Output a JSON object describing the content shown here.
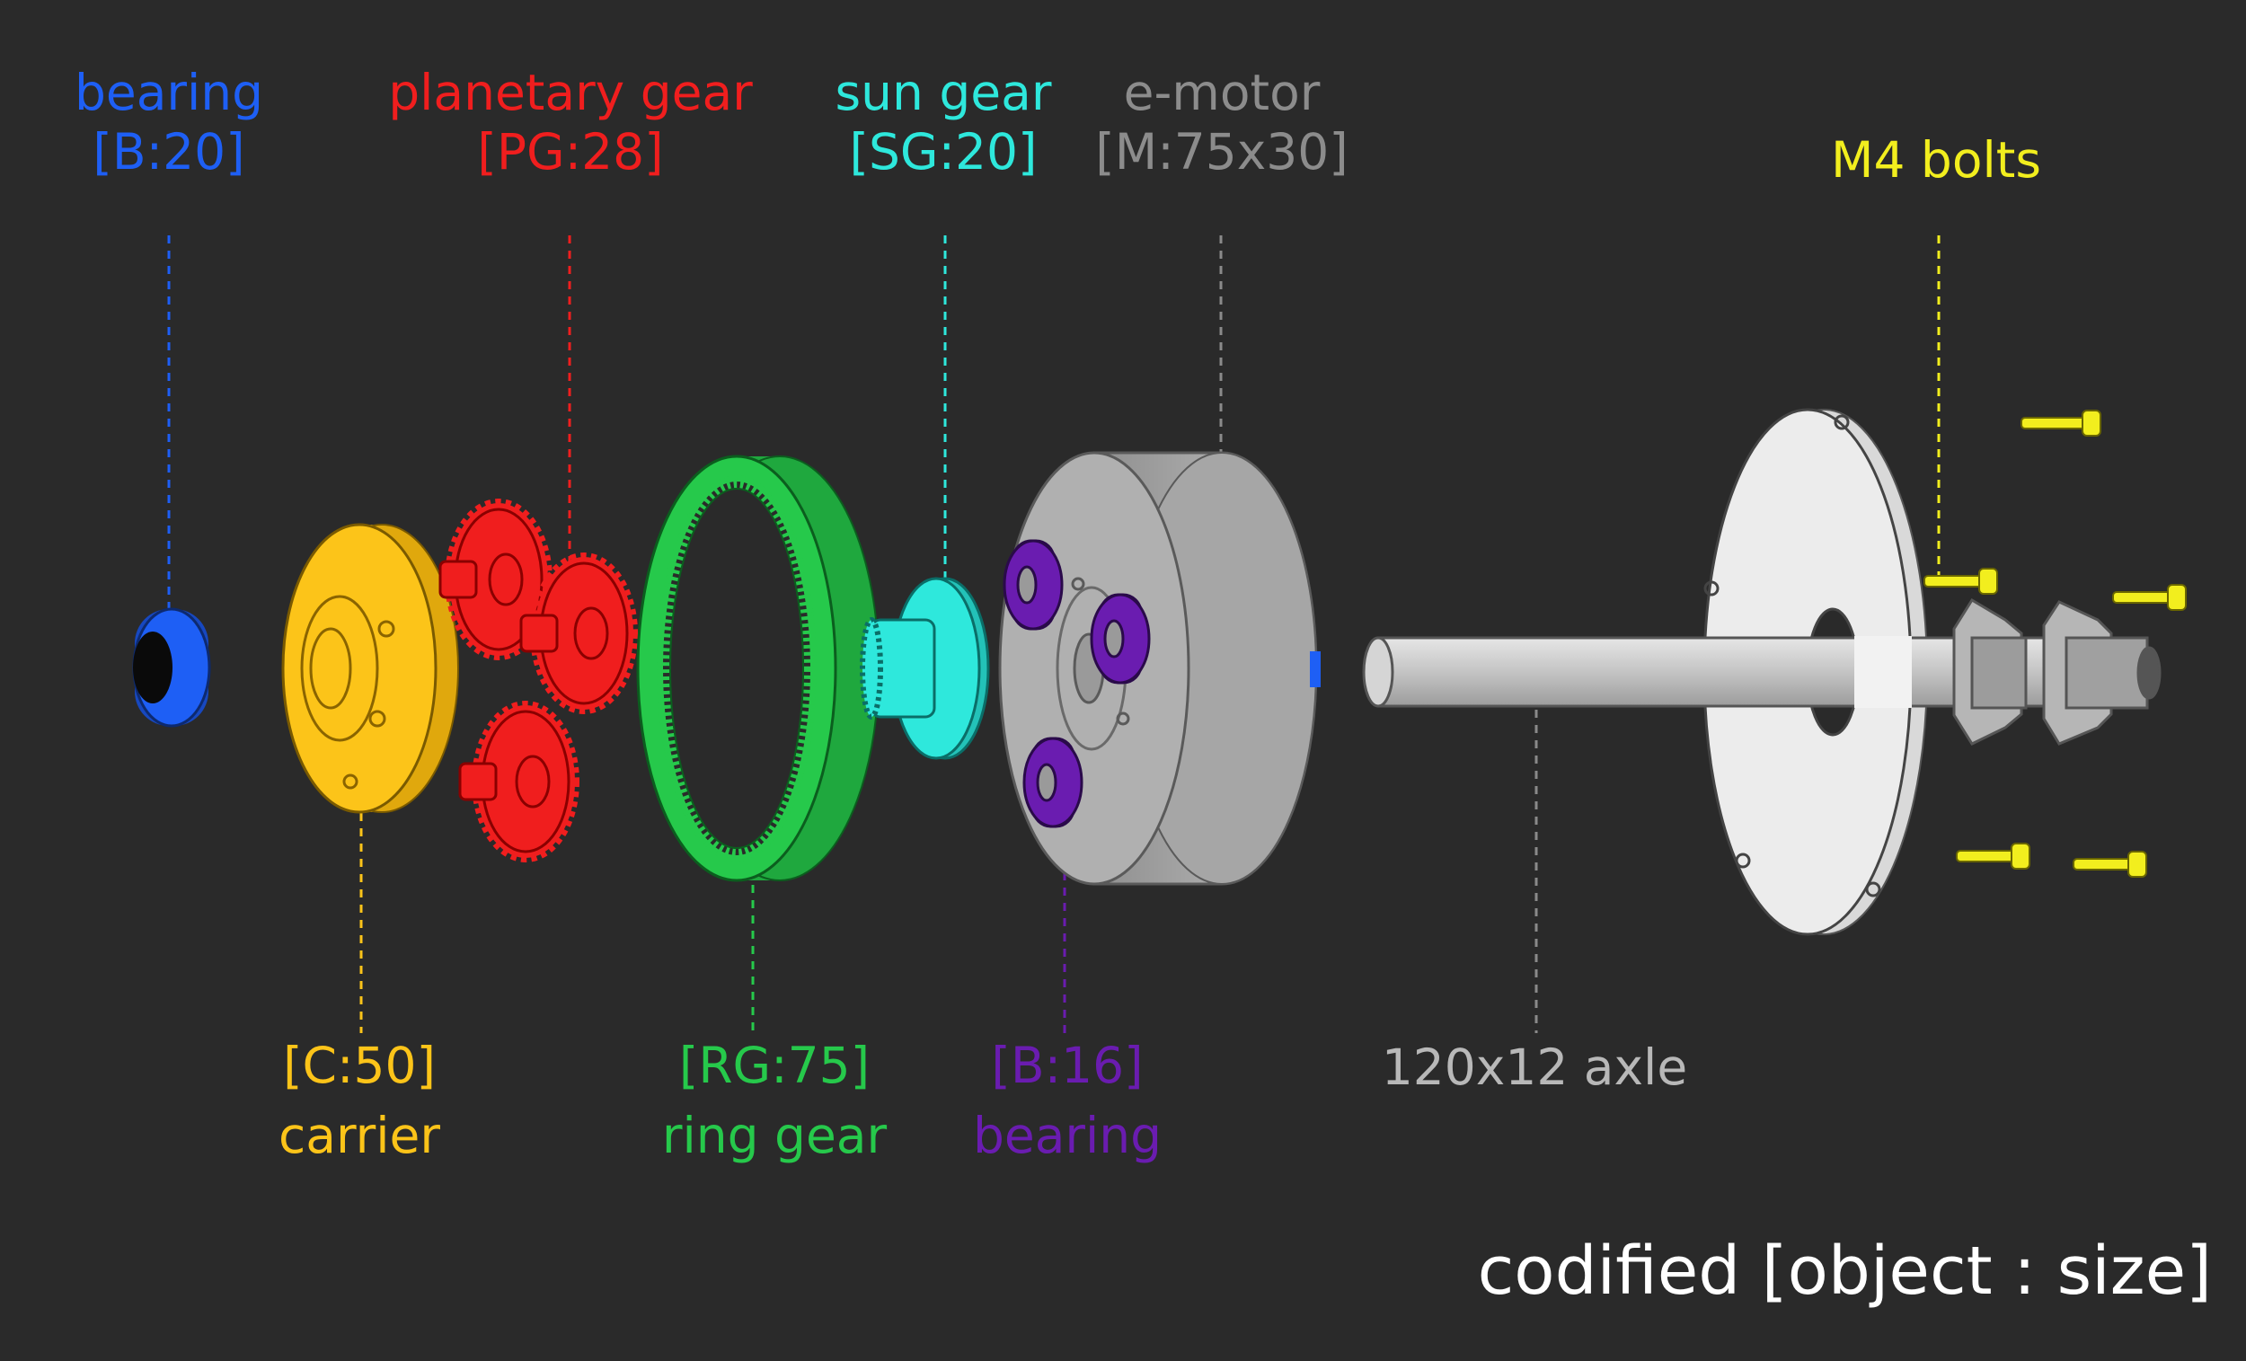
{
  "colors": {
    "background": "#2a2a2a",
    "bearing_blue": "#1e5ff5",
    "planetary_red": "#f01e1e",
    "sun_cyan": "#2ee8dc",
    "motor_grey": "#b0b0b0",
    "bolts_yellow": "#f2ee1e",
    "carrier_yellow": "#fcc419",
    "ring_green": "#26c94b",
    "bearing_purple": "#6a1cb0",
    "axle_grey": "#cfcfcf",
    "caption_white": "#ffffff"
  },
  "labels": {
    "bearing_front": {
      "name": "bearing",
      "code": "[B:20]"
    },
    "planetary_gear": {
      "name": "planetary gear",
      "code": "[PG:28]"
    },
    "sun_gear": {
      "name": "sun gear",
      "code": "[SG:20]"
    },
    "e_motor": {
      "name": "e-motor",
      "code": "[M:75x30]"
    },
    "m4_bolts": {
      "name": "M4 bolts"
    },
    "carrier": {
      "code": "[C:50]",
      "name": "carrier"
    },
    "ring_gear": {
      "code": "[RG:75]",
      "name": "ring gear"
    },
    "bearing_rear": {
      "code": "[B:16]",
      "name": "bearing"
    },
    "axle": {
      "name": "120x12 axle"
    }
  },
  "caption": "codified [object : size]"
}
